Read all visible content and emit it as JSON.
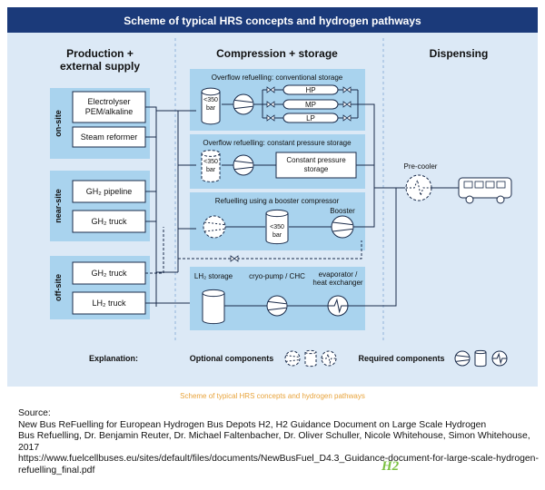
{
  "title": "Scheme of typical HRS concepts and hydrogen pathways",
  "columns": {
    "production": [
      "Production +",
      "external supply"
    ],
    "compression": "Compression + storage",
    "dispensing": "Dispensing"
  },
  "groups": {
    "on_site": {
      "label": "on-site",
      "items": [
        [
          "Electrolyser",
          "PEM/alkaline"
        ],
        [
          "Steam reformer"
        ]
      ]
    },
    "near_site": {
      "label": "near-site",
      "items": [
        "GH₂ pipeline",
        "GH₂ truck"
      ]
    },
    "off_site": {
      "label": "off-site",
      "items": [
        "GH₂ truck",
        "LH₂ truck"
      ]
    }
  },
  "concepts": {
    "conventional": {
      "title": "Overflow refuelling: conventional storage",
      "tank": [
        "<350",
        "bar"
      ],
      "pressures": [
        "HP",
        "MP",
        "LP"
      ]
    },
    "constant": {
      "title": "Overflow refuelling: constant pressure storage",
      "tank": [
        "<350",
        "bar"
      ],
      "storage": [
        "Constant pressure",
        "storage"
      ]
    },
    "booster": {
      "title": "Refuelling using a booster compressor",
      "tank": [
        "<350",
        "bar"
      ],
      "booster": "Booster"
    },
    "liquid": {
      "storage": "LH₂ storage",
      "pump": "cryo-pump / CHC",
      "evaporator": [
        "evaporator /",
        "heat exchanger"
      ]
    }
  },
  "dispensing": {
    "precooler": "Pre-cooler"
  },
  "legend": {
    "explanation": "Explanation:",
    "optional": "Optional components",
    "required": "Required components"
  },
  "caption": "Scheme of typical HRS concepts and hydrogen pathways",
  "source_lines": [
    "Source:",
    "New Bus ReFuelling for European Hydrogen Bus Depots H2, H2 Guidance Document on Large Scale Hydrogen",
    "Bus Refuelling, Dr. Benjamin Reuter, Dr. Michael Faltenbacher, Dr. Oliver Schuller, Nicole Whitehouse, Simon Whitehouse,",
    "2017",
    "https://www.fuelcellbuses.eu/sites/default/files/documents/NewBusFuel_D4.3_Guidance-document-for-large-scale-hydrogen-",
    "refuelling_final.pdf"
  ],
  "watermark": "H2",
  "colors": {
    "title_bar": "#1b3a7a",
    "panel": "#dce9f6",
    "box_bg": "#a9d3ee",
    "line": "#1a2b4a",
    "caption": "#e8a33b"
  }
}
